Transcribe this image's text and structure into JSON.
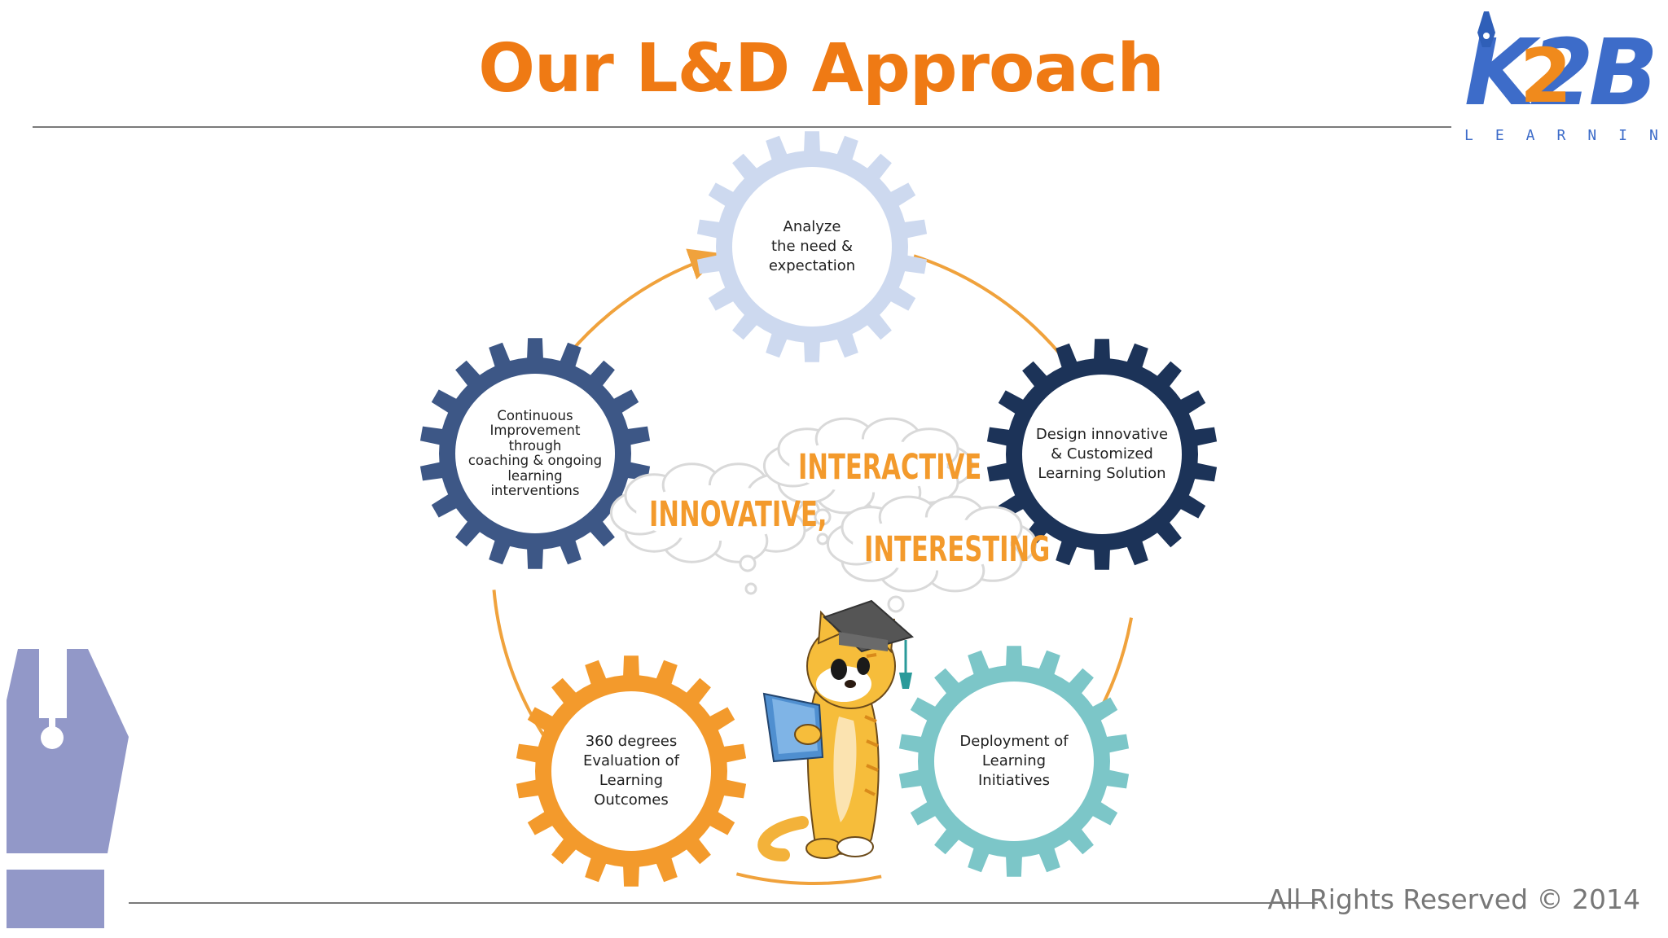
{
  "title": "Our L&D Approach",
  "footer": "All Rights Reserved © 2014",
  "logo": {
    "mark": "K2B",
    "subtitle": "LEARNING"
  },
  "colors": {
    "title": "#ef7a14",
    "arrow": "#f0a23c",
    "logo_blue": "#3d6cc9",
    "logo_orange": "#f08a1c",
    "cloud_text": "#f39a2c",
    "pen": "#9298c8"
  },
  "cycle": [
    {
      "id": "analyze",
      "lines": [
        "Analyze",
        "the need &",
        "expectation"
      ],
      "color": "#cdd9ef"
    },
    {
      "id": "design",
      "lines": [
        "Design innovative",
        "& Customized",
        "Learning Solution"
      ],
      "color": "#1c3358"
    },
    {
      "id": "deployment",
      "lines": [
        "Deployment of",
        "Learning",
        "Initiatives"
      ],
      "color": "#7cc6c8"
    },
    {
      "id": "evaluation",
      "lines": [
        "360 degrees",
        "Evaluation of",
        "Learning",
        "Outcomes"
      ],
      "color": "#f39a2c"
    },
    {
      "id": "improvement",
      "lines": [
        "Continuous",
        "Improvement",
        "through",
        "coaching & ongoing",
        "learning",
        "interventions"
      ],
      "color": "#3d5786"
    }
  ],
  "thoughts": [
    "INNOVATIVE,",
    "INTERACTIVE",
    "INTERESTING"
  ],
  "icons": {
    "mascot": "graduate-cat-icon",
    "pen": "pen-nib-icon"
  }
}
